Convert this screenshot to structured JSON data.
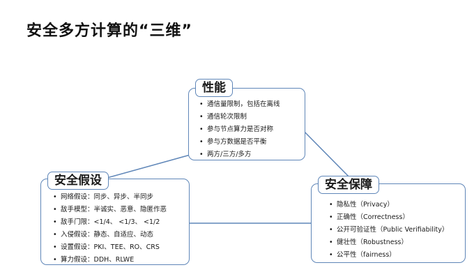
{
  "title": "安全多方计算的“三维”",
  "performance": {
    "label": "性能",
    "items": [
      "通信量限制，包括在离线",
      "通信轮次限制",
      "参与节点算力是否对称",
      "参与方数据是否平衡",
      "两方/三方/多方"
    ]
  },
  "assumptions": {
    "label": "安全假设",
    "items": [
      "网络假设：同步、异步、半同步",
      "敌手模型：半诚实、恶意、隐匿作恶",
      "敌手门限：<1/4、 <1/3、 <1/2",
      "入侵假设：静态、自适应、动态",
      "设置假设：PKI、TEE、RO、CRS",
      "算力假设：DDH、RLWE"
    ]
  },
  "guarantees": {
    "label": "安全保障",
    "items": [
      "隐私性（Privacy）",
      "正确性（Correctness）",
      "公开可验证性（Public Verifiability）",
      "健壮性（Robustness）",
      "公平性（fairness）"
    ]
  },
  "colors": {
    "border": "#5f86b8",
    "connector": "#5f86b8"
  }
}
